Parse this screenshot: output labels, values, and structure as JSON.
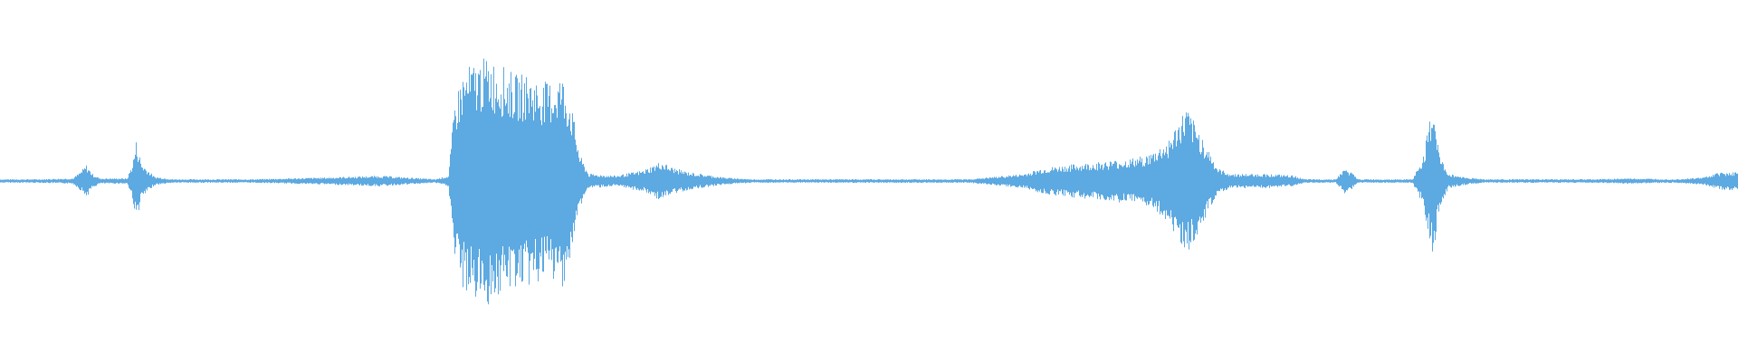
{
  "waveform": {
    "color": "#5DA9E1",
    "background": "#FFFFFF",
    "envelope": [
      [
        0,
        2
      ],
      [
        40,
        2
      ],
      [
        80,
        3
      ],
      [
        88,
        10
      ],
      [
        95,
        18
      ],
      [
        102,
        8
      ],
      [
        110,
        3
      ],
      [
        140,
        3
      ],
      [
        146,
        20
      ],
      [
        150,
        45
      ],
      [
        156,
        20
      ],
      [
        170,
        5
      ],
      [
        190,
        2
      ],
      [
        280,
        2
      ],
      [
        360,
        4
      ],
      [
        420,
        6
      ],
      [
        480,
        2
      ],
      [
        495,
        6
      ],
      [
        502,
        90
      ],
      [
        510,
        120
      ],
      [
        520,
        130
      ],
      [
        530,
        135
      ],
      [
        540,
        138
      ],
      [
        550,
        130
      ],
      [
        560,
        125
      ],
      [
        570,
        118
      ],
      [
        580,
        120
      ],
      [
        590,
        115
      ],
      [
        600,
        110
      ],
      [
        610,
        112
      ],
      [
        620,
        120
      ],
      [
        630,
        90
      ],
      [
        640,
        30
      ],
      [
        650,
        8
      ],
      [
        680,
        6
      ],
      [
        710,
        12
      ],
      [
        730,
        22
      ],
      [
        740,
        16
      ],
      [
        760,
        10
      ],
      [
        800,
        4
      ],
      [
        830,
        2
      ],
      [
        1070,
        2
      ],
      [
        1090,
        4
      ],
      [
        1130,
        8
      ],
      [
        1150,
        14
      ],
      [
        1180,
        18
      ],
      [
        1220,
        22
      ],
      [
        1250,
        25
      ],
      [
        1270,
        30
      ],
      [
        1290,
        45
      ],
      [
        1310,
        82
      ],
      [
        1330,
        45
      ],
      [
        1345,
        14
      ],
      [
        1360,
        8
      ],
      [
        1400,
        8
      ],
      [
        1430,
        6
      ],
      [
        1440,
        2
      ],
      [
        1475,
        2
      ],
      [
        1485,
        14
      ],
      [
        1492,
        10
      ],
      [
        1500,
        2
      ],
      [
        1560,
        2
      ],
      [
        1572,
        28
      ],
      [
        1583,
        90
      ],
      [
        1590,
        28
      ],
      [
        1600,
        8
      ],
      [
        1620,
        4
      ],
      [
        1640,
        2
      ],
      [
        1760,
        2
      ],
      [
        1800,
        3
      ],
      [
        1850,
        2
      ],
      [
        1880,
        4
      ],
      [
        1900,
        10
      ],
      [
        1920,
        10
      ]
    ]
  }
}
